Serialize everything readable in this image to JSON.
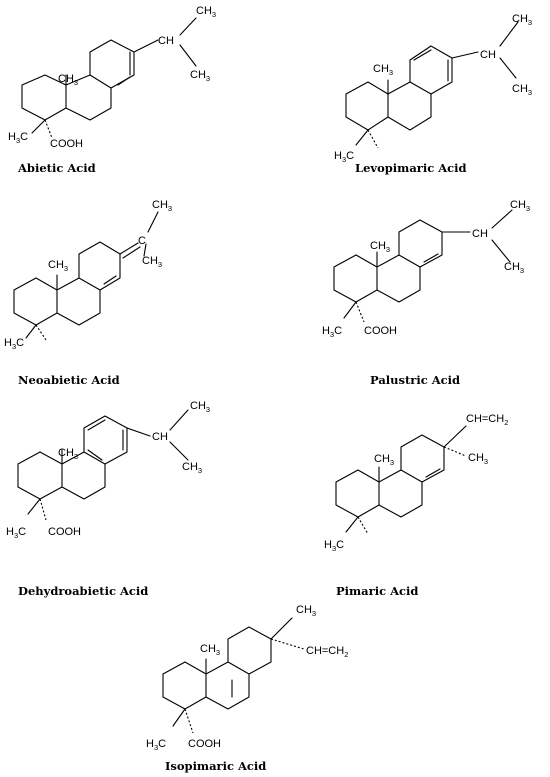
{
  "labels": {
    "ch": "CH",
    "ch3": "CH",
    "h3c": "H",
    "c3": "C",
    "sub3": "3",
    "cooh": "COOH",
    "c": "C",
    "ch_eq_ch2": "CH=CH",
    "sub2": "2"
  },
  "molecules": [
    {
      "id": "abietic",
      "name": "Abietic Acid"
    },
    {
      "id": "levopimaric",
      "name": "Levopimaric Acid"
    },
    {
      "id": "neoabietic",
      "name": "Neoabietic Acid"
    },
    {
      "id": "palustric",
      "name": "Palustric Acid"
    },
    {
      "id": "dehydroabietic",
      "name": "Dehydroabietic Acid"
    },
    {
      "id": "pimaric",
      "name": "Pimaric Acid"
    },
    {
      "id": "isopimaric",
      "name": "Isopimaric Acid"
    }
  ]
}
